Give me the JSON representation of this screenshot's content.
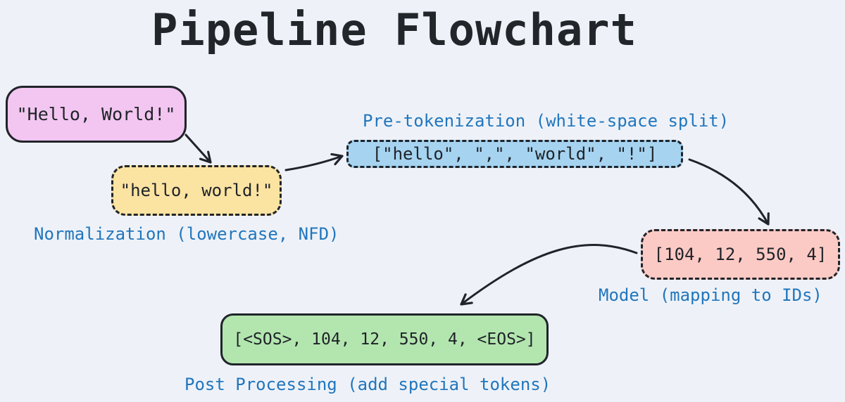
{
  "title": "Pipeline Flowchart",
  "nodes": [
    {
      "id": "input",
      "text": "\"Hello, World!\"",
      "fill": "#f2c6f1",
      "border_style": "solid"
    },
    {
      "id": "normalized",
      "text": "\"hello, world!\"",
      "fill": "#fbe3a2",
      "border_style": "dashed"
    },
    {
      "id": "pretokenized",
      "text": "[\"hello\", \",\", \"world\", \"!\"]",
      "fill": "#a5d3f0",
      "border_style": "dashed"
    },
    {
      "id": "model_ids",
      "text": "[104, 12, 550, 4]",
      "fill": "#fccac5",
      "border_style": "dashed"
    },
    {
      "id": "post_processed",
      "text": "[<SOS>, 104, 12, 550, 4, <EOS>]",
      "fill": "#b3e6af",
      "border_style": "solid"
    }
  ],
  "labels": {
    "pretokenized": "Pre-tokenization (white-space split)",
    "normalized": "Normalization (lowercase, NFD)",
    "model_ids": "Model (mapping to IDs)",
    "post_processed": "Post Processing (add special tokens)"
  },
  "edges": [
    {
      "from": "input",
      "to": "normalized"
    },
    {
      "from": "normalized",
      "to": "pretokenized"
    },
    {
      "from": "pretokenized",
      "to": "model_ids"
    },
    {
      "from": "model_ids",
      "to": "post_processed"
    }
  ],
  "colors": {
    "background": "#eef2f8",
    "stroke": "#20242a",
    "label_text": "#2176bd",
    "title_text": "#21262b",
    "node_input_fill": "#f2c6f1",
    "node_normalized_fill": "#fbe3a2",
    "node_pretokenized_fill": "#a5d3f0",
    "node_model_fill": "#fccac5",
    "node_post_fill": "#b3e6af"
  }
}
